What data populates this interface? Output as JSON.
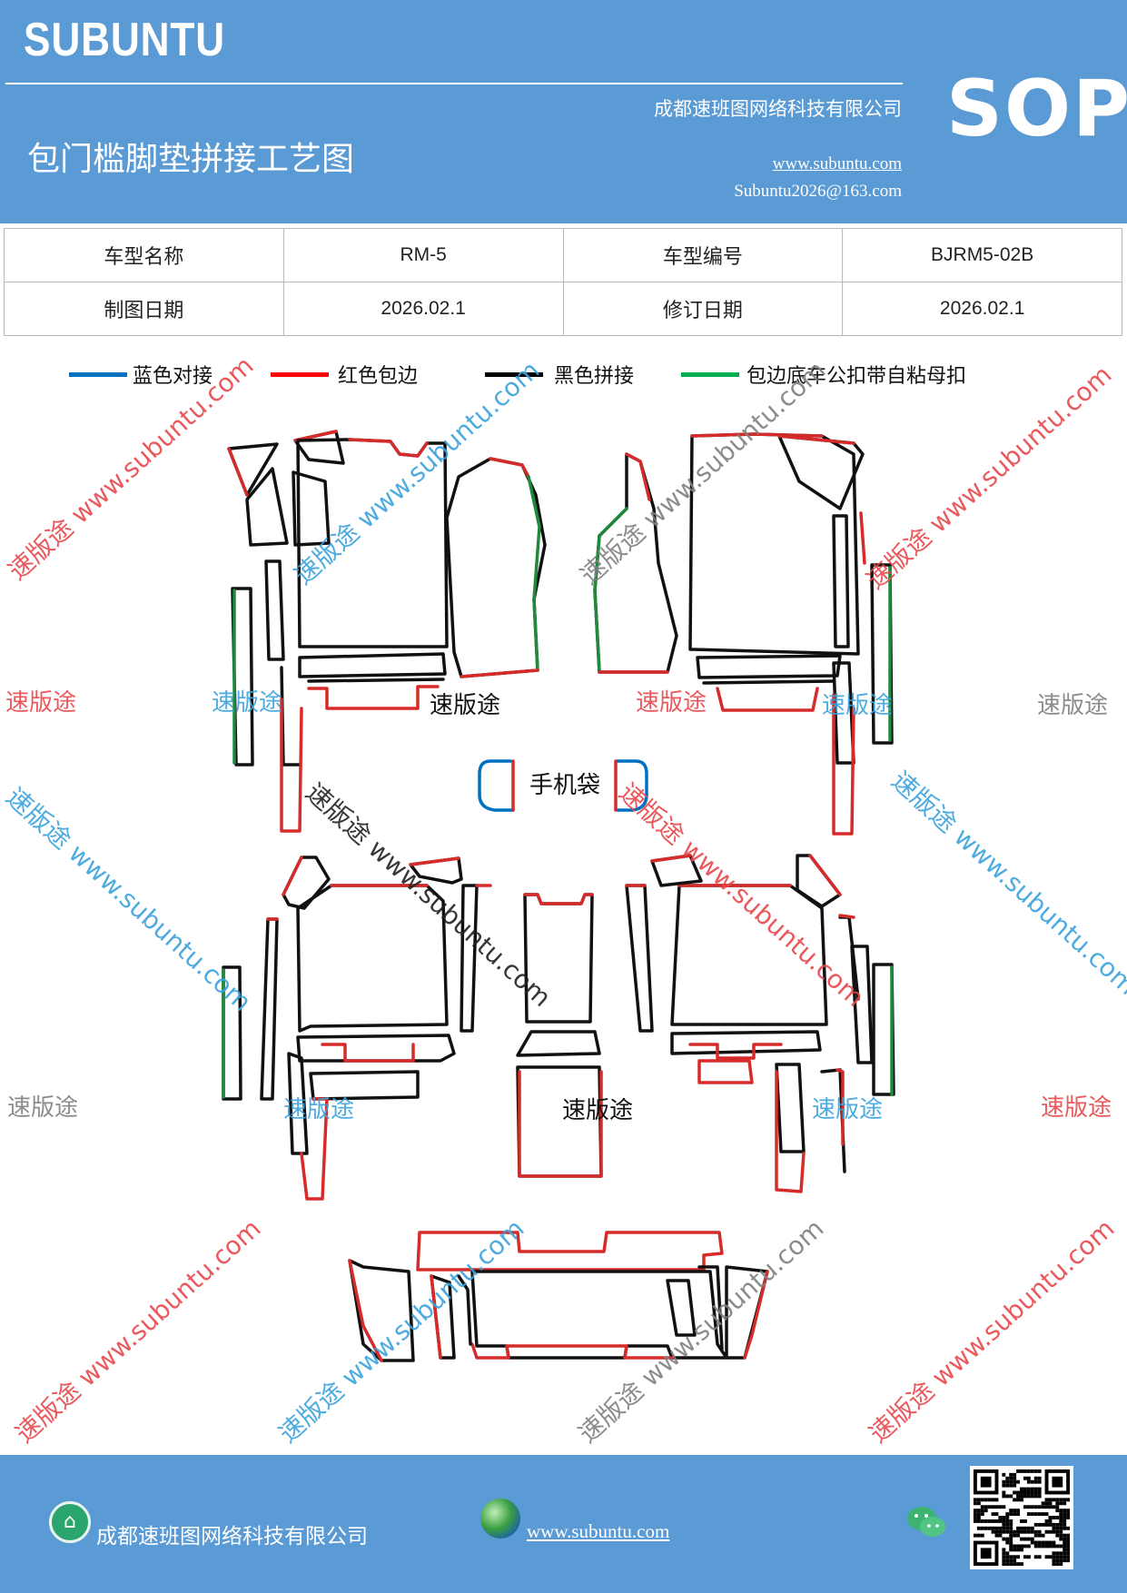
{
  "header": {
    "brand": "SUBUNTU",
    "title": "包门槛脚垫拼接工艺图",
    "company": "成都速班图网络科技有限公司",
    "website": "www.subuntu.com",
    "email": "Subuntu2026@163.com",
    "doc_type": "SOP"
  },
  "info_table": {
    "rows": [
      [
        "车型名称",
        "RM-5",
        "车型编号",
        "BJRM5-02B"
      ],
      [
        "制图日期",
        "2026.02.1",
        "修订日期",
        "2026.02.1"
      ]
    ]
  },
  "legend": [
    {
      "label": "蓝色对接",
      "color": "#0070c0"
    },
    {
      "label": "红色包边",
      "color": "#ff0000"
    },
    {
      "label": "黑色拼接",
      "color": "#000000"
    },
    {
      "label": "包边底车公扣带自粘母扣",
      "color": "#00b050"
    }
  ],
  "diagram": {
    "phone_pocket_label": "手机袋",
    "section_labels": [
      "速版途",
      "速版途"
    ],
    "line_colors": {
      "red": "#d62b2b",
      "black": "#111111",
      "green": "#1f8a3c",
      "blue": "#0070c0"
    }
  },
  "watermarks": {
    "brand_text": "速版途",
    "diag_text": "速版途 www.subuntu.com",
    "colors": {
      "red": "#e8484c",
      "blue": "#3aa3dc",
      "gray": "#808080"
    }
  },
  "footer": {
    "company": "成都速班图网络科技有限公司",
    "website": "www.subuntu.com",
    "company_icon": "building-icon",
    "web_icon": "globe-icon",
    "social_icon": "wechat-icon",
    "qr": "qr-code"
  }
}
